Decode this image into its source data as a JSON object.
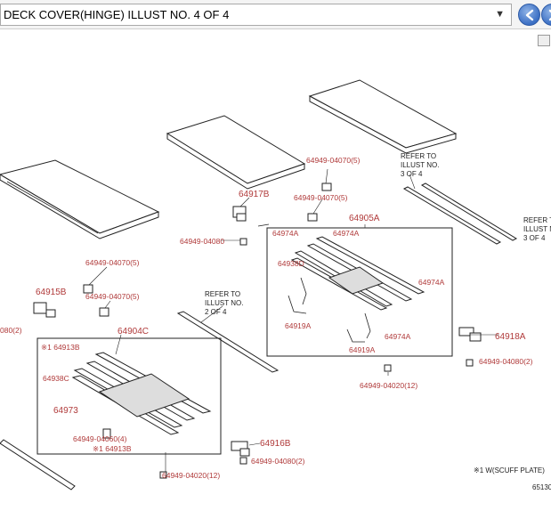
{
  "header": {
    "illustration_title": "DECK COVER(HINGE) ILLUST NO. 4 OF 4",
    "back_button": "back",
    "forward_button": "forward"
  },
  "icons": {
    "back": "arrow-left-icon",
    "forward": "arrow-right-icon",
    "dropdown": "chevron-down-icon"
  },
  "diagram": {
    "part_labels": {
      "p64949_04070_5a": "64949-04070(5)",
      "p64949_04070_5b": "64949-04070(5)",
      "p64917B": "64917B",
      "p64949_04080_a": "64949-04080",
      "p64905A": "64905A",
      "p64974A_a": "64974A",
      "p64974A_b": "64974A",
      "p64974A_c": "64974A",
      "p64974A_d": "64974A",
      "p64938D": "64938D",
      "p64919A_a": "64919A",
      "p64919A_b": "64919A",
      "p64949_04020_12a": "64949-04020(12)",
      "p64949_04070_5c": "64949-04070(5)",
      "p64949_04070_5d": "64949-04070(5)",
      "p64915B": "64915B",
      "p080_2_left": "080(2)",
      "p64904C": "64904C",
      "p64913B_a": "※1 64913B",
      "p64938C": "64938C",
      "p64973": "64973",
      "p64949_04060_4": "64949-04060(4)",
      "p64913B_b": "※1 64913B",
      "p64949_04020_12b": "64949-04020(12)",
      "p64916B": "64916B",
      "p64949_04080_2a": "64949-04080(2)",
      "p64918A": "64918A",
      "p64949_04080_2b": "64949-04080(2)"
    },
    "refer_notes": {
      "refer_a": [
        "REFER TO",
        "ILLUST NO.",
        "3 OF 4"
      ],
      "refer_b": [
        "REFER T",
        "ILLUST N",
        "3 OF 4"
      ],
      "refer_c": [
        "REFER TO",
        "ILLUST NO.",
        "2 OF 4"
      ]
    },
    "footnote": "※1 W(SCUFF PLATE)",
    "figure_number": "65130"
  },
  "colors": {
    "part_label": "#b03a3a",
    "line_art": "#222222",
    "toolbar_bg": "#f4f4f4",
    "nav_button": "#3b6fc4"
  }
}
